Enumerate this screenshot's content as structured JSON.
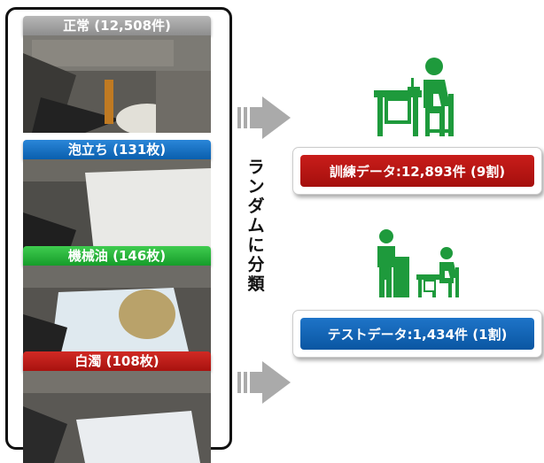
{
  "categories": [
    {
      "label": "正常 (12,508件)",
      "color": "#9a9a9a"
    },
    {
      "label": "泡立ち (131枚)",
      "color": "#0a6fc9"
    },
    {
      "label": "機械油 (146枚)",
      "color": "#22b33a"
    },
    {
      "label": "白濁 (108枚)",
      "color": "#b4140f"
    }
  ],
  "split_label": "ランダムに分類",
  "split_chars": [
    "ラ",
    "ン",
    "ダ",
    "ム",
    "に",
    "分",
    "類"
  ],
  "outputs": {
    "train": {
      "label": "訓練データ:12,893件 (9割)",
      "color": "#b4140f"
    },
    "test": {
      "label": "テストデータ:1,434件 (1割)",
      "color": "#0a62b6"
    }
  },
  "icons": [
    "gray-arrow-icon",
    "person-at-desk-icon",
    "teacher-student-icon"
  ],
  "icon_color": "#1e9a3c"
}
